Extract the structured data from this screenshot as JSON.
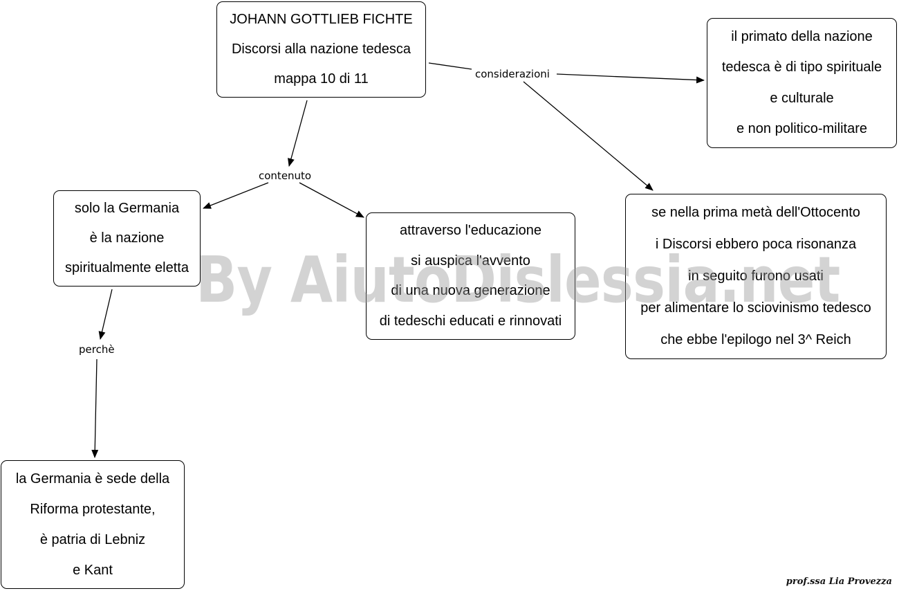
{
  "nodes": {
    "fichte": {
      "lines": [
        "JOHANN GOTTLIEB FICHTE",
        "Discorsi alla nazione tedesca",
        "mappa 10  di  11"
      ]
    },
    "primato": {
      "lines": [
        "il primato della nazione",
        "tedesca è di tipo spirituale",
        "e culturale",
        "e non politico-militare"
      ]
    },
    "germania_eletta": {
      "lines": [
        "solo la Germania",
        "è la nazione",
        "spiritualmente eletta"
      ]
    },
    "educazione": {
      "lines": [
        "attraverso l'educazione",
        "si auspica l'avvento",
        "di una nuova generazione",
        "di tedeschi educati e rinnovati"
      ]
    },
    "ottocento": {
      "lines": [
        "se nella prima metà dell'Ottocento",
        "i Discorsi ebbero poca risonanza",
        "in seguito furono usati",
        "per alimentare lo sciovinismo tedesco",
        "che ebbe l'epilogo nel 3^ Reich"
      ]
    },
    "riforma": {
      "lines": [
        "la Germania è sede della",
        "Riforma protestante,",
        "è patria di Lebniz",
        "e Kant"
      ]
    }
  },
  "links": {
    "considerazioni": "considerazioni",
    "contenuto": "contenuto",
    "perche": "perchè"
  },
  "watermark": "By AiutoDislessia.net",
  "signature": "prof.ssa Lia Provezza"
}
